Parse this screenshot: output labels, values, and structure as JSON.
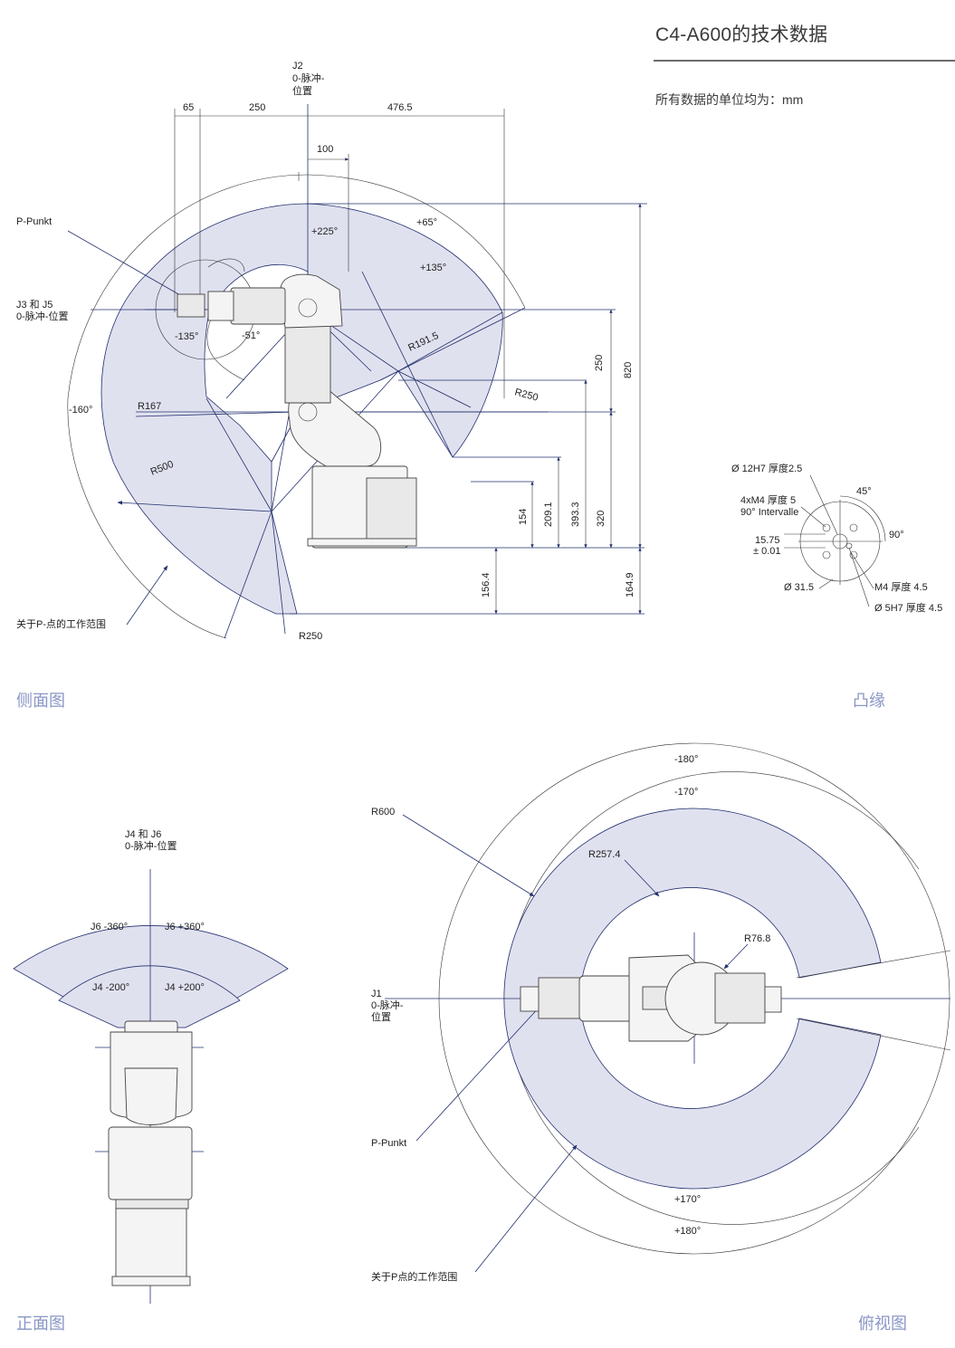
{
  "header": {
    "title": "C4-A600的技术数据",
    "unit_note": "所有数据的单位均为：mm"
  },
  "views": {
    "side": "侧面图",
    "flange": "凸缘",
    "front": "正面图",
    "top": "俯视图"
  },
  "side_view": {
    "j2": [
      "J2",
      "0-脉冲-",
      "位置"
    ],
    "p_punkt": "P-Punkt",
    "j3j5": [
      "J3 和 J5",
      "0-脉冲-位置"
    ],
    "work_range": "关于P-点的工作范围",
    "dims_top": [
      "65",
      "250",
      "476.5",
      "100"
    ],
    "angles": [
      "+225°",
      "+65°",
      "+135°",
      "-135°",
      "-51°",
      "-160°"
    ],
    "radii": [
      "R191.5",
      "R250",
      "R167",
      "R500",
      "R250"
    ],
    "dims_right": [
      "250",
      "820",
      "154",
      "209.1",
      "393.3",
      "320",
      "156.4",
      "164.9"
    ]
  },
  "flange": {
    "bore": "Ø 12H7 厚度2.5",
    "thread_main": "4xM4 厚度 5",
    "thread_sub": "90° Intervalle",
    "offset_top": "15.75",
    "offset_bottom": "± 0.01",
    "dia": "Ø 31.5",
    "m4": "M4 厚度 4.5",
    "pin": "Ø 5H7 厚度 4.5",
    "ang45": "45°",
    "ang90": "90°"
  },
  "front_view": {
    "j4j6": [
      "J4 和 J6",
      "0-脉冲-位置"
    ],
    "j6_neg": "J6 -360°",
    "j6_pos": "J6 +360°",
    "j4_neg": "J4 -200°",
    "j4_pos": "J4 +200°"
  },
  "top_view": {
    "a_n180": "-180°",
    "a_n170": "-170°",
    "a_p170": "+170°",
    "a_p180": "+180°",
    "r600": "R600",
    "r257": "R257.4",
    "r76": "R76.8",
    "j1": [
      "J1",
      "0-脉冲-",
      "位置"
    ],
    "p_punkt": "P-Punkt",
    "work_range": "关于P点的工作范围"
  },
  "colors": {
    "zone_fill": "#e0e1ef",
    "line": "#23306e",
    "view_label": "#8a96c6"
  }
}
